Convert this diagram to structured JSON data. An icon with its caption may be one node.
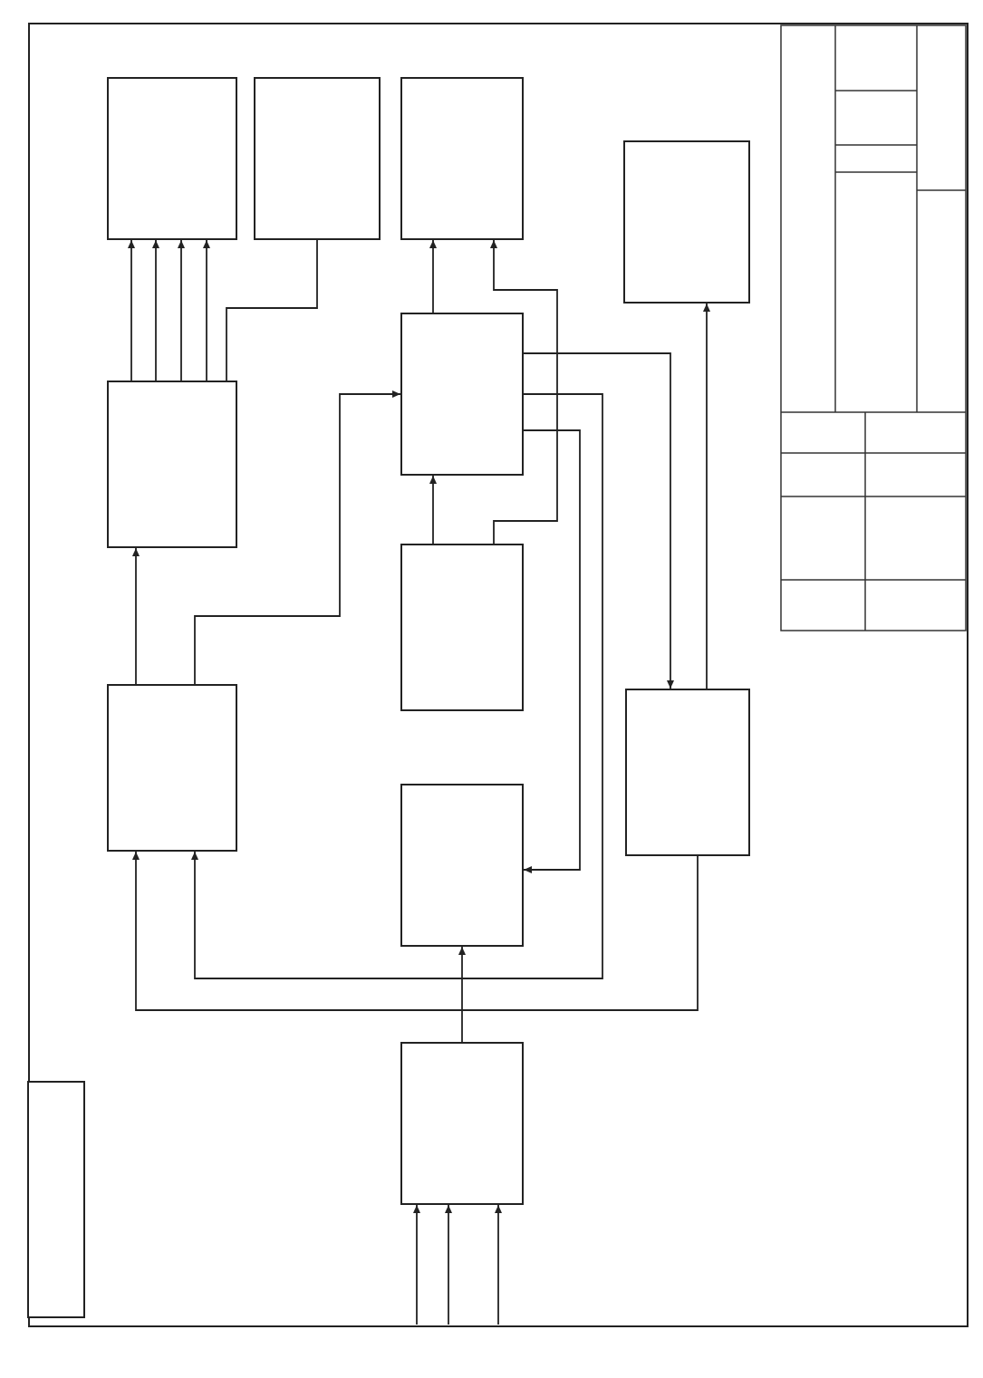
{
  "diagram": {
    "nodes": [
      {
        "text": [],
        "shape": "box"
      },
      {
        "text": [],
        "shape": "box"
      },
      {
        "text": [],
        "shape": "box"
      },
      {
        "text": [],
        "shape": "box"
      },
      {
        "text": [],
        "shape": "box"
      },
      {
        "text": [],
        "shape": "box"
      },
      {
        "text": [],
        "shape": "box"
      },
      {
        "text": [],
        "shape": "box"
      },
      {
        "text": [],
        "shape": "box"
      },
      {
        "text": [],
        "shape": "box"
      },
      {
        "text": [],
        "shape": "box"
      },
      {
        "text": [],
        "shape": "box"
      }
    ],
    "edges": [
      {
        "from": 4,
        "to": 0,
        "arrow": "to"
      },
      {
        "from": 4,
        "to": 0,
        "arrow": "to"
      },
      {
        "from": 4,
        "to": 0,
        "arrow": "to"
      },
      {
        "from": 4,
        "to": 0,
        "arrow": "to"
      },
      {
        "from": 1,
        "to": 4,
        "arrow": "none"
      },
      {
        "from": 7,
        "to": 4,
        "arrow": "to"
      },
      {
        "from": 7,
        "to": 5,
        "arrow": "to"
      },
      {
        "from": 5,
        "to": 2,
        "arrow": "to"
      },
      {
        "from": 6,
        "to": 2,
        "arrow": "to"
      },
      {
        "from": 6,
        "to": 5,
        "arrow": "to"
      },
      {
        "from": 5,
        "to": 9,
        "arrow": "to"
      },
      {
        "from": 5,
        "to": 8,
        "arrow": "to"
      },
      {
        "from": 5,
        "to": 7,
        "arrow": "to"
      },
      {
        "from": 9,
        "to": 7,
        "arrow": "to"
      },
      {
        "from": 10,
        "to": 8,
        "arrow": "to"
      },
      {
        "from": 9,
        "to": 3,
        "arrow": "to"
      },
      {
        "from": null,
        "to": 10,
        "arrow": "to"
      },
      {
        "from": null,
        "to": 10,
        "arrow": "to"
      },
      {
        "from": null,
        "to": 10,
        "arrow": "to"
      }
    ]
  }
}
